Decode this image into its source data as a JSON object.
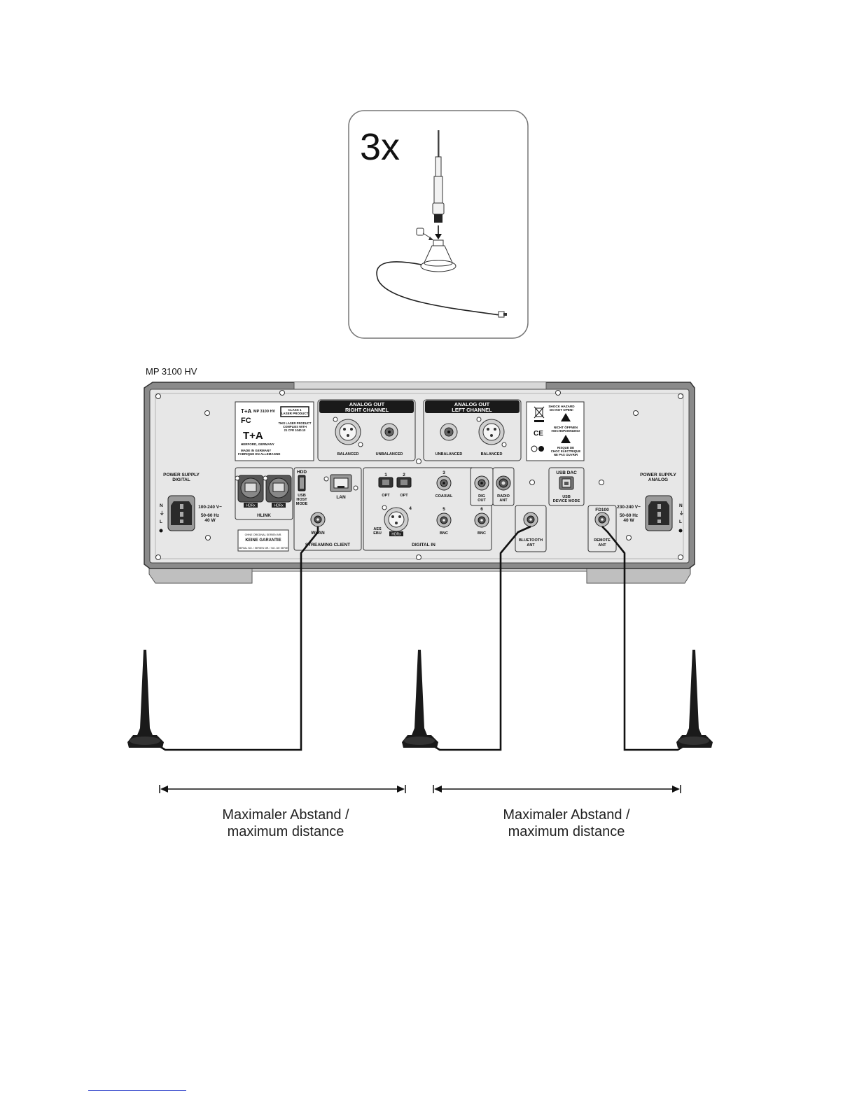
{
  "inset": {
    "quantity": "3x"
  },
  "device": {
    "model_caption": "MP 3100 HV",
    "analog_out_right": [
      "ANALOG OUT",
      "RIGHT CHANNEL"
    ],
    "analog_out_left": [
      "ANALOG OUT",
      "LEFT CHANNEL"
    ],
    "balanced": "BALANCED",
    "unbalanced": "UNBALANCED",
    "label_plate": {
      "brand": "T+A",
      "model": "MP 3100 HV",
      "fcc": "FC",
      "logo": "T+A",
      "city": "HERFORD, GERMANY",
      "made_de": "MADE IN GERMANY",
      "made_fr": "FABRIQUE EN ALLEMAGNE",
      "laser_class": [
        "CLASS 1",
        "LASER PRODUCT"
      ],
      "laser_note": [
        "THIS LASER PRODUCT",
        "COMPLIES WITH",
        "21 CFR 1040.10"
      ]
    },
    "warning": {
      "shock": [
        "SHOCK HAZARD",
        "DO NOT OPEN!"
      ],
      "de": [
        "NICHT ÖFFNEN",
        "HOCHSPANNUNG!"
      ],
      "fr": [
        "RISQUE DE",
        "CHOC ELECTRIQUE",
        "NE PAS OUVRIR"
      ],
      "ce": "CE"
    },
    "power_digital": {
      "title": [
        "POWER SUPPLY",
        "DIGITAL"
      ],
      "ratings": [
        "100-240 V~",
        "50-60 Hz",
        "40 W"
      ]
    },
    "power_analog": {
      "title": [
        "POWER SUPPLY",
        "ANALOG"
      ],
      "ratings": [
        "230-240 V~",
        "50-60 Hz",
        "40 W"
      ]
    },
    "nlr": [
      "N",
      "⏚",
      "L"
    ],
    "hlink": "HLINK",
    "hdr_badge": "HDRx",
    "hdd": "HDD",
    "usb_host": [
      "USB",
      "HOST",
      "MODE"
    ],
    "lan": "LAN",
    "wlan": "WLAN",
    "streaming_client": "STREAMING CLIENT",
    "guarantee": {
      "line1": "OHNE ORIGINAL SERIEN NR.",
      "line2": "KEINE GARANTIE",
      "line3": "SERIAL NO. / SERIEN NR. / NO. DE SERIE"
    },
    "digital_in": "DIGITAL IN",
    "opt": "OPT",
    "coaxial": "COAXIAL",
    "bnc": "BNC",
    "aes_ebu": [
      "AES",
      "EBU"
    ],
    "input_numbers": [
      "1",
      "2",
      "3",
      "4",
      "5",
      "6"
    ],
    "dig_out": [
      "DIG",
      "OUT"
    ],
    "radio_ant": [
      "RADIO",
      "ANT"
    ],
    "bluetooth_ant": [
      "BLUETOOTH",
      "ANT"
    ],
    "usb_dac": "USB DAC",
    "usb_device_mode": [
      "USB",
      "DEVICE MODE"
    ],
    "fd100": "FD100",
    "remote_ant": [
      "REMOTE",
      "ANT"
    ]
  },
  "distance_labels": [
    {
      "line1": "Maximaler  Abstand /",
      "line2": "maximum distance"
    },
    {
      "line1": "Maximaler  Abstand /",
      "line2": "maximum distance"
    }
  ],
  "colors": {
    "panel": "#e6e6e6",
    "frame": "#6e6e6e",
    "dark": "#1a1a1a",
    "footer_rule": "#4a5bd1"
  }
}
